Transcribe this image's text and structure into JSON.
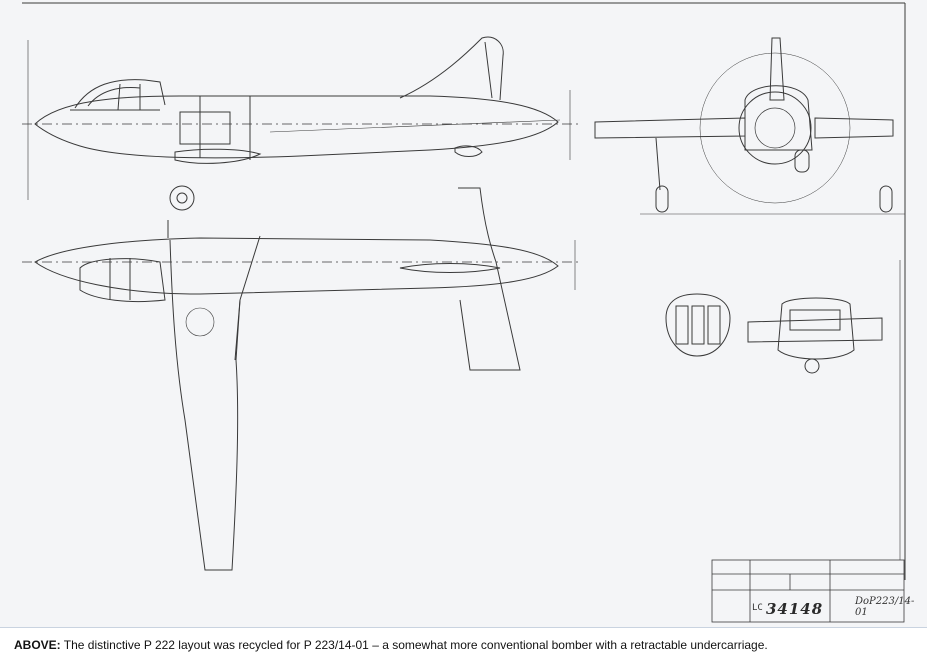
{
  "caption": {
    "lead": "ABOVE:",
    "text": "The distinctive P 222 layout was recycled for P 223/14-01 – a somewhat more conventional bomber with a retractable undercarriage."
  },
  "title_block": {
    "drawing_prefix": "LC",
    "drawing_number": "34148",
    "plate": "DoP223/14-01"
  },
  "colors": {
    "paper": "#f4f5f7",
    "ink": "#3a3a3a",
    "caption_text": "#121212",
    "rule": "#c9d3e0"
  }
}
